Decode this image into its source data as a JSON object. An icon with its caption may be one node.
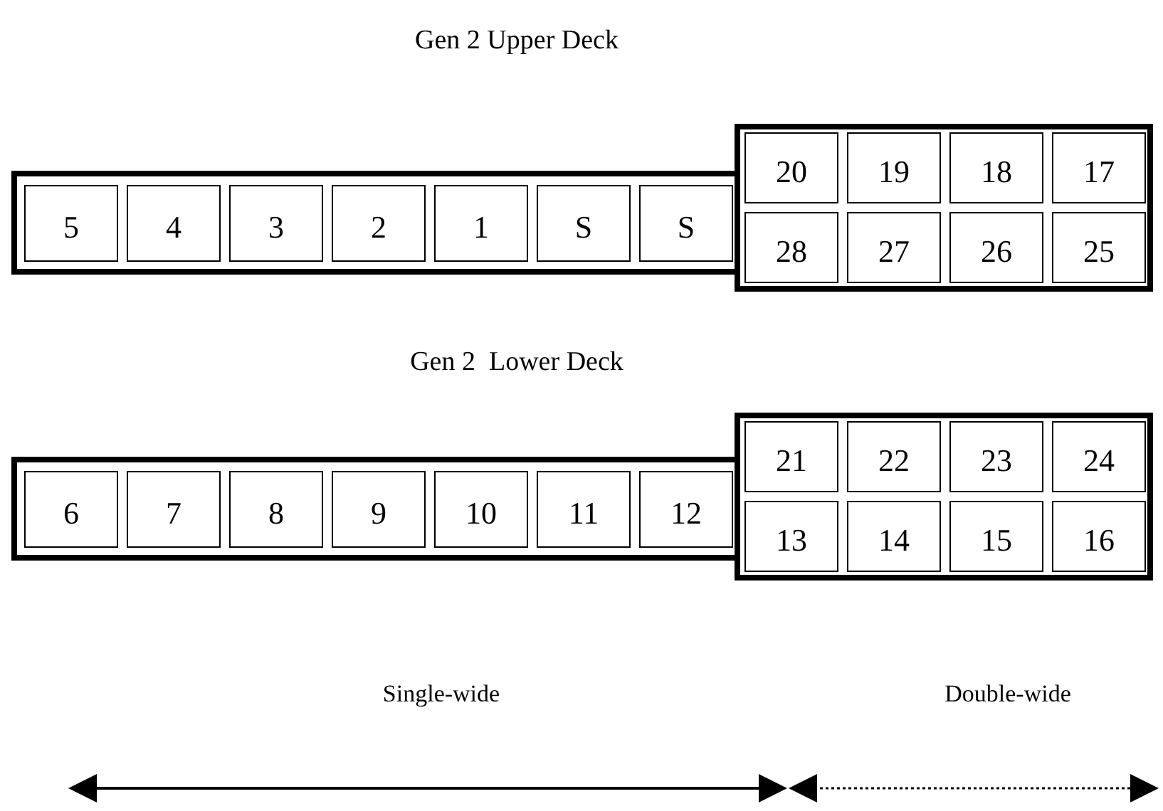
{
  "diagram": {
    "nodes": [
      {
        "text": [],
        "shape": "box"
      },
      {
        "text": [
          "5"
        ],
        "in": 0
      },
      {
        "text": [
          "4"
        ],
        "in": 0
      },
      {
        "text": [
          "3"
        ],
        "in": 0
      },
      {
        "text": [
          "2"
        ],
        "in": 0
      },
      {
        "text": [
          "1"
        ],
        "in": 0
      },
      {
        "text": [
          "S"
        ],
        "in": 0
      },
      {
        "text": [
          "S"
        ],
        "in": 0
      },
      {
        "text": [],
        "shape": "box"
      },
      {
        "text": [
          "20"
        ],
        "in": 8
      },
      {
        "text": [
          "19"
        ],
        "in": 8
      },
      {
        "text": [
          "18"
        ],
        "in": 8
      },
      {
        "text": [
          "17"
        ],
        "in": 8
      },
      {
        "text": [
          "28"
        ],
        "in": 8
      },
      {
        "text": [
          "27"
        ],
        "in": 8
      },
      {
        "text": [
          "26"
        ],
        "in": 8
      },
      {
        "text": [
          "25"
        ],
        "in": 8
      },
      {
        "text": [],
        "shape": "box"
      },
      {
        "text": [
          "6"
        ],
        "in": 17
      },
      {
        "text": [
          "7"
        ],
        "in": 17
      },
      {
        "text": [
          "8"
        ],
        "in": 17
      },
      {
        "text": [
          "9"
        ],
        "in": 17
      },
      {
        "text": [
          "10"
        ],
        "in": 17
      },
      {
        "text": [
          "11"
        ],
        "in": 17
      },
      {
        "text": [
          "12"
        ],
        "in": 17
      },
      {
        "text": [],
        "shape": "box"
      },
      {
        "text": [
          "21"
        ],
        "in": 25
      },
      {
        "text": [
          "22"
        ],
        "in": 25
      },
      {
        "text": [
          "23"
        ],
        "in": 25
      },
      {
        "text": [
          "24"
        ],
        "in": 25
      },
      {
        "text": [
          "13"
        ],
        "in": 25
      },
      {
        "text": [
          "14"
        ],
        "in": 25
      },
      {
        "text": [
          "15"
        ],
        "in": 25
      },
      {
        "text": [
          "16"
        ],
        "in": 25
      }
    ],
    "edges": [],
    "labels": [
      "Gen 2 Upper Deck",
      "Gen 2  Lower Deck",
      "Single-wide",
      "Double-wide"
    ]
  }
}
